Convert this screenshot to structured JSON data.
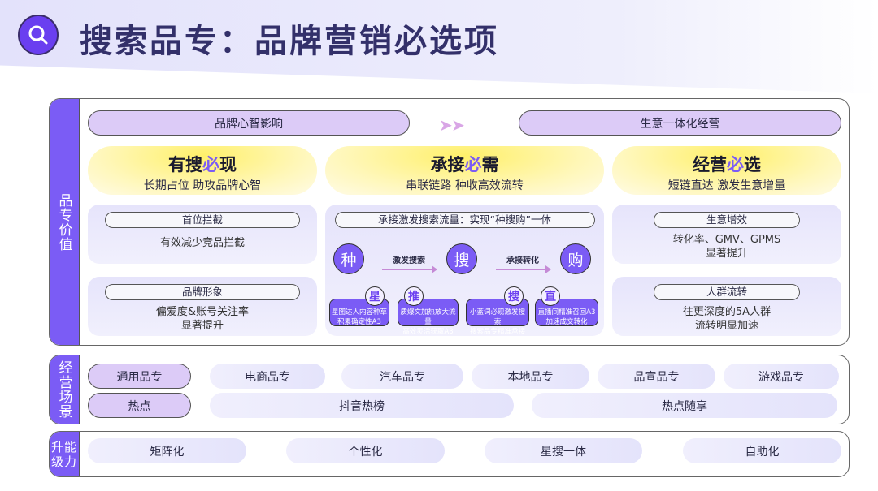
{
  "title": "搜索品专：品牌营销必选项",
  "colors": {
    "accent": "#7b5cf5",
    "pill": "#dccbf7"
  },
  "value_section": {
    "label": "品专价值",
    "top_left": "品牌心智影响",
    "top_right": "生意一体化经营",
    "columns": [
      {
        "head_a": "有搜",
        "head_b": "必",
        "head_c": "现",
        "sub": "长期占位 助攻品牌心智",
        "cards": [
          {
            "pill": "首位拦截",
            "text": "有效减少竞品拦截"
          },
          {
            "pill": "品牌形象",
            "text": "偏爱度&账号关注率",
            "text2": "显著提升"
          }
        ]
      },
      {
        "head_a": "承接",
        "head_b": "必",
        "head_c": "需",
        "sub": "串联链路 种收高效流转",
        "pill": "承接激发搜索流量：实现“种搜购”一体",
        "nodes": [
          "种",
          "搜",
          "购"
        ],
        "flows": [
          "激发搜索",
          "承接转化"
        ],
        "boxes": [
          {
            "badge": "星",
            "l1": "星图达人内容种草",
            "l2": "积累确定性A3"
          },
          {
            "badge": "推",
            "l1": "质爆文加热放大流量",
            "l2": "高效灵活获取A3"
          },
          {
            "badge": "搜",
            "l1": "小蓝词必现激发搜索",
            "l2": "搜索品专精准承接"
          },
          {
            "badge": "直",
            "l1": "直播间精准召回A3",
            "l2": "加速成交转化"
          }
        ]
      },
      {
        "head_a": "经营",
        "head_b": "必",
        "head_c": "选",
        "sub": "短链直达 激发生意增量",
        "cards": [
          {
            "pill": "生意增效",
            "text": "转化率、GMV、GPMS",
            "text2": "显著提升"
          },
          {
            "pill": "人群流转",
            "text": "往更深度的5A人群",
            "text2": "流转明显加速"
          }
        ]
      }
    ]
  },
  "scenario_section": {
    "label": "经营场景",
    "row1": [
      "通用品专",
      "电商品专",
      "汽车品专",
      "本地品专",
      "品宣品专",
      "游戏品专"
    ],
    "row2": [
      "热点",
      "抖音热榜",
      "热点随享"
    ]
  },
  "ability_section": {
    "label_l1": "升能",
    "label_l2": "级力",
    "items": [
      "矩阵化",
      "个性化",
      "星搜一体",
      "自助化"
    ]
  }
}
